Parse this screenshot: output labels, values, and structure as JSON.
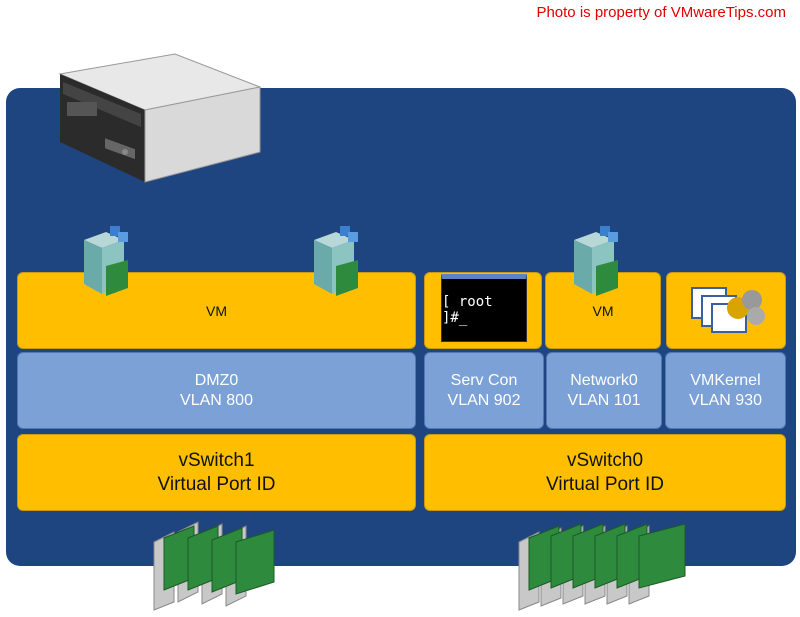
{
  "credit": "Photo is property of VMwareTips.com",
  "vswitch1": {
    "vm_label": "VM",
    "portgroup": {
      "name": "DMZ0",
      "vlan": "VLAN 800"
    },
    "switch": {
      "name": "vSwitch1",
      "policy": "Virtual Port ID"
    }
  },
  "vswitch0": {
    "console_prompt": "[ root ]#_",
    "vm_label": "VM",
    "portgroups": [
      {
        "name": "Serv Con",
        "vlan": "VLAN 902"
      },
      {
        "name": "Network0",
        "vlan": "VLAN 101"
      },
      {
        "name": "VMKernel",
        "vlan": "VLAN 930"
      }
    ],
    "switch": {
      "name": "vSwitch0",
      "policy": "Virtual Port ID"
    }
  },
  "icons": [
    "server-icon",
    "vm-icon",
    "console-icon",
    "vmkernel-icon",
    "nic-icon"
  ]
}
